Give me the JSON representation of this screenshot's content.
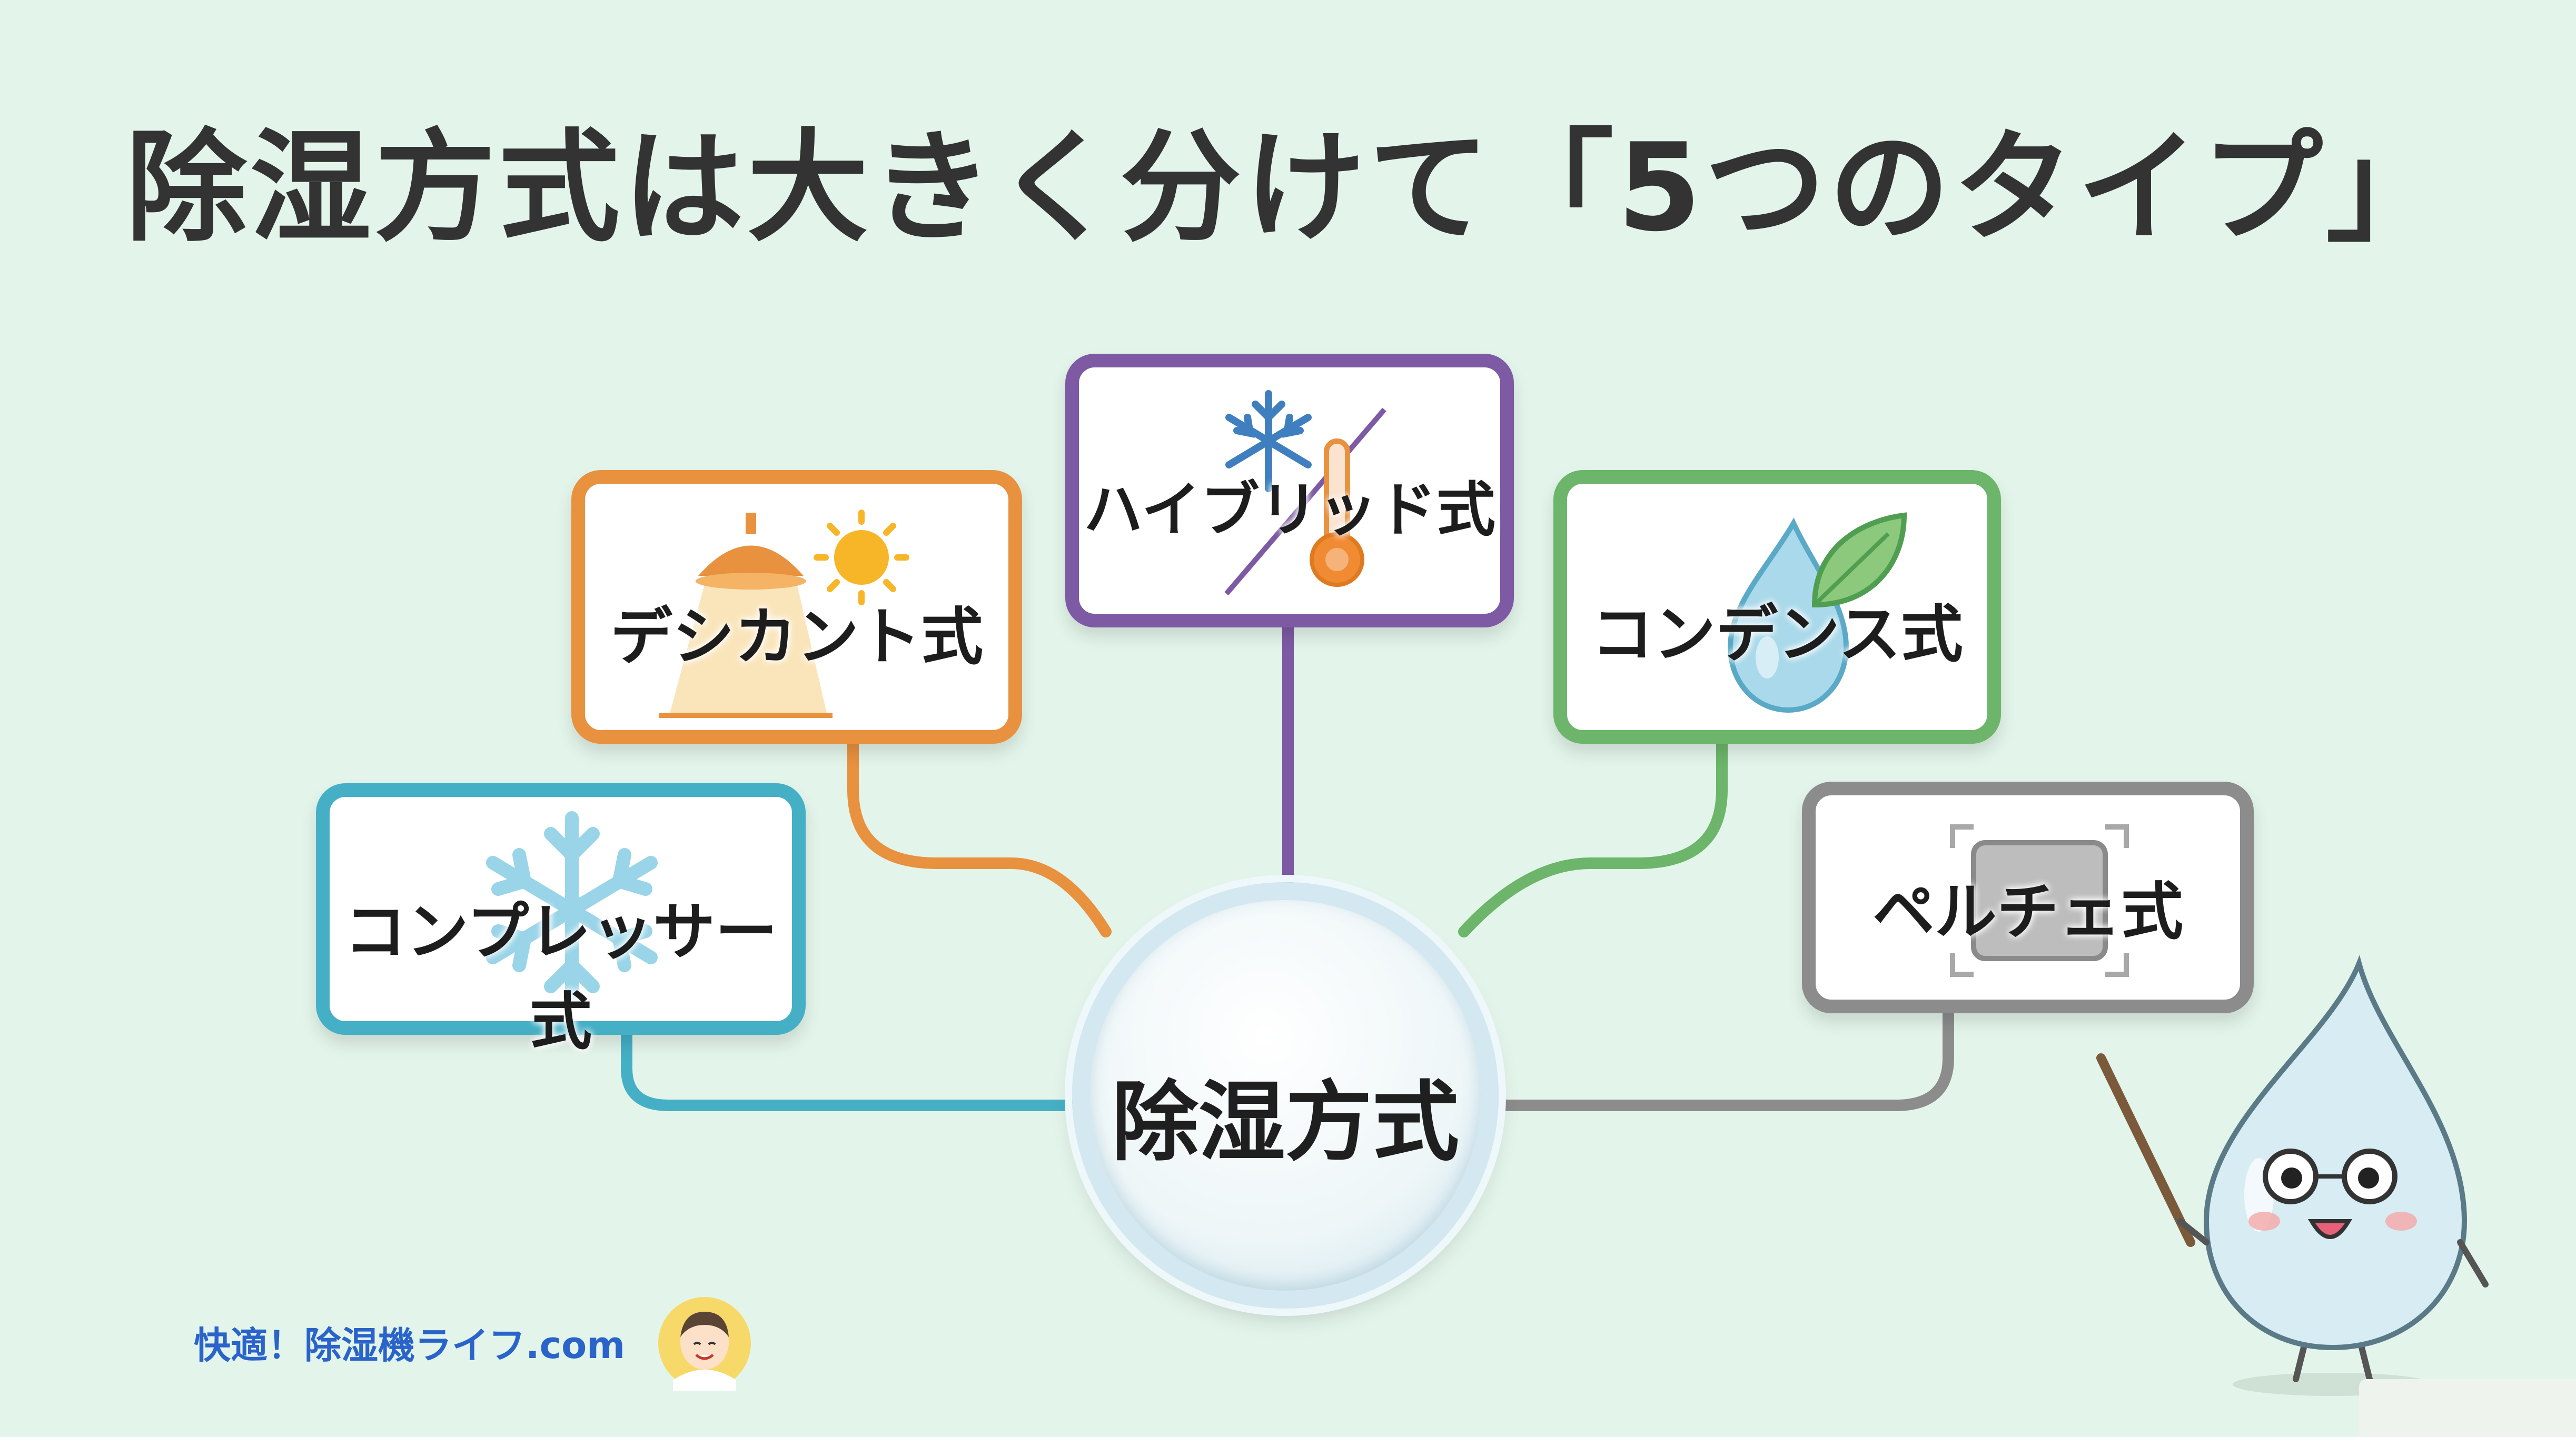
{
  "title": "除湿方式は大きく分けて「5つのタイプ」",
  "center": {
    "label": "除湿方式"
  },
  "nodes": [
    {
      "id": "compressor",
      "label": "コンプレッサー式",
      "color": "#45afc6",
      "icon": "snowflake-icon"
    },
    {
      "id": "desiccant",
      "label": "デシカント式",
      "color": "#e8913e",
      "icon": "heater-lamp-sun-icon"
    },
    {
      "id": "hybrid",
      "label": "ハイブリッド式",
      "color": "#7d5aa3",
      "icon": "snowflake-thermometer-icon"
    },
    {
      "id": "condense",
      "label": "コンデンス式",
      "color": "#6cb56a",
      "icon": "water-drop-leaf-icon"
    },
    {
      "id": "peltier",
      "label": "ペルチェ式",
      "color": "#8c8c8c",
      "icon": "chip-icon"
    }
  ],
  "footer": {
    "site": "快適！除湿機ライフ.com"
  },
  "colors": {
    "background": "#e3f5ea",
    "title": "#333333",
    "footer": "#2a63c9"
  }
}
